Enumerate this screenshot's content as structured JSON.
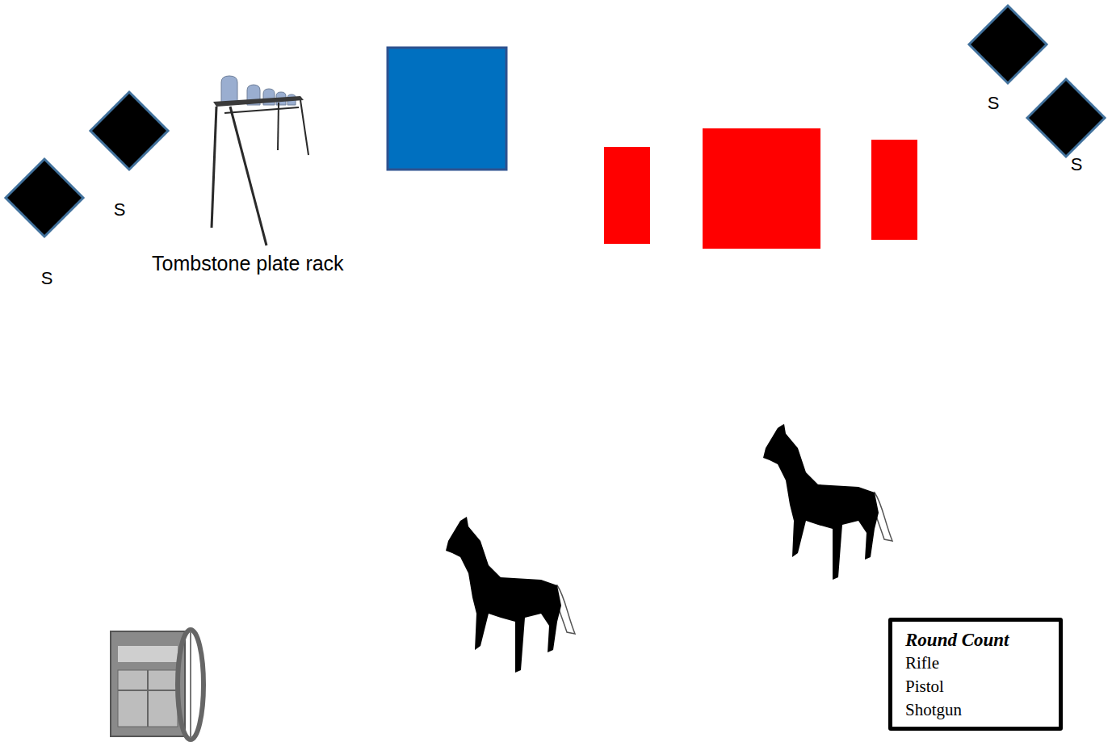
{
  "diagram": {
    "nodes": [
      {
        "text": [
          "S"
        ]
      },
      {
        "text": [
          "S"
        ]
      },
      {
        "text": [
          "S"
        ]
      },
      {
        "text": [
          "S"
        ]
      },
      {
        "text": [
          "Round Count",
          "Rifle",
          "Pistol",
          "Shotgun"
        ]
      }
    ],
    "labels": [
      "Tombstone plate rack"
    ]
  }
}
